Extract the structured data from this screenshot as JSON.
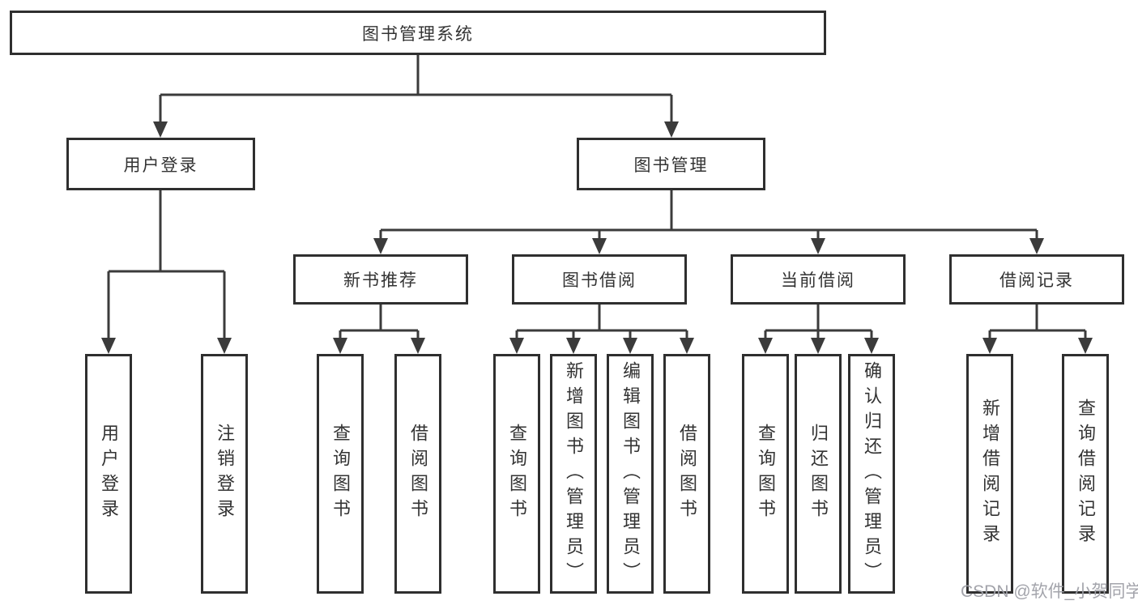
{
  "diagram": {
    "root": {
      "label": "图书管理系统"
    },
    "level1": [
      {
        "label": "用户登录"
      },
      {
        "label": "图书管理"
      }
    ],
    "level2": [
      {
        "label": "新书推荐"
      },
      {
        "label": "图书借阅"
      },
      {
        "label": "当前借阅"
      },
      {
        "label": "借阅记录"
      }
    ],
    "leaves": {
      "user_login": [
        {
          "label": "用户登录"
        },
        {
          "label": "注销登录"
        }
      ],
      "new_books": [
        {
          "label": "查询图书"
        },
        {
          "label": "借阅图书"
        }
      ],
      "book_borrow": [
        {
          "label": "查询图书"
        },
        {
          "label": "新增图书（管理员）"
        },
        {
          "label": "编辑图书（管理员）"
        },
        {
          "label": "借阅图书"
        }
      ],
      "current_borrow": [
        {
          "label": "查询图书"
        },
        {
          "label": "归还图书"
        },
        {
          "label": "确认归还（管理员）"
        }
      ],
      "borrow_records": [
        {
          "label": "新增借阅记录"
        },
        {
          "label": "查询借阅记录"
        }
      ]
    }
  },
  "watermark": {
    "text": "CSDN @软件_小贺同学"
  },
  "colors": {
    "line": "#3b3b3b",
    "box_border": "#2f2f2f",
    "text": "#333333",
    "watermark": "#9e9fa7",
    "background": "#ffffff"
  }
}
